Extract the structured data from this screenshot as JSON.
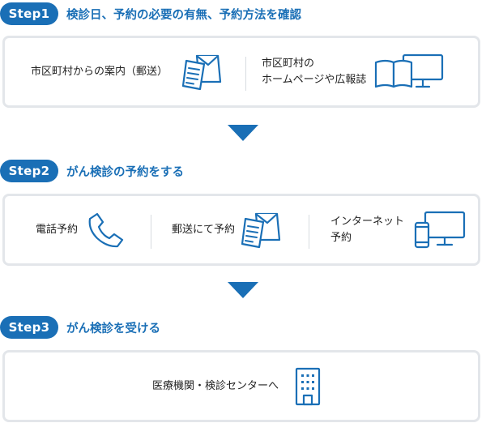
{
  "accent_color": "#1a6fb6",
  "steps": [
    {
      "badge": "Step1",
      "title": "検診日、予約の必要の有無、予約方法を確認",
      "items": [
        {
          "label": "市区町村からの案内（郵送）",
          "icon": "envelope-document-icon"
        },
        {
          "label_line1": "市区町村の",
          "label_line2": "ホームページや広報誌",
          "icon": "book-monitor-icon"
        }
      ]
    },
    {
      "badge": "Step2",
      "title": "がん検診の予約をする",
      "items": [
        {
          "label": "電話予約",
          "icon": "phone-icon"
        },
        {
          "label": "郵送にて予約",
          "icon": "envelope-document-icon"
        },
        {
          "label_line1": "インターネット",
          "label_line2": "予約",
          "icon": "monitor-phone-icon"
        }
      ]
    },
    {
      "badge": "Step3",
      "title": "がん検診を受ける",
      "items": [
        {
          "label": "医療機関・検診センターへ",
          "icon": "building-icon"
        }
      ]
    }
  ]
}
